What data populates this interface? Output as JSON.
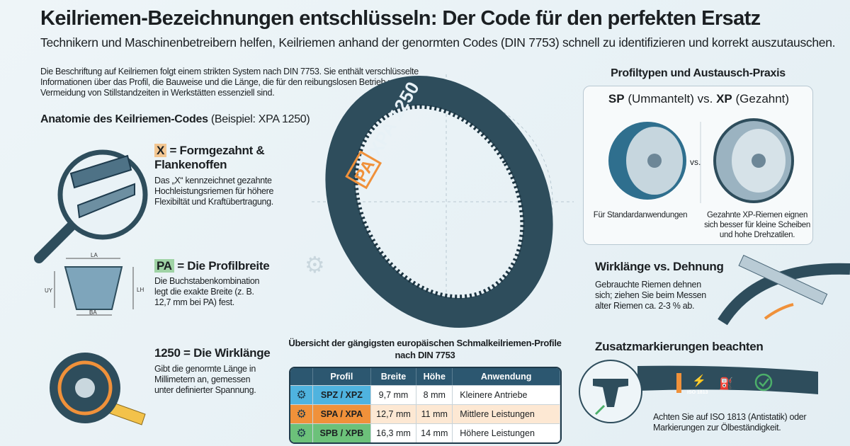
{
  "title": "Keilriemen-Bezeichnungen entschlüsseln: Der Code für den perfekten Ersatz",
  "subtitle": "Technikern und Maschinenbetreibern helfen, Keilriemen anhand der genormten Codes (DIN 7753) schnell zu identifizieren und korrekt auszutauschen.",
  "intro": "Die Beschriftung auf Keilriemen folgt einem strikten System nach DIN 7753. Sie enthält verschlüsselte Informationen über das Profil, die Bauweise und die Länge, die für den reibungslosen Betrieb und die Vermeidung von Stillstandzeiten in Werkstätten essenziell sind.",
  "anatomy": {
    "heading_bold": "Anatomie des Keilriemen-Codes",
    "heading_normal": "(Beispiel: XPA 1250)",
    "x": {
      "code": "X",
      "title": "= Formgezahnt & Flankenoffen",
      "text": "Das „X“ kennzeichnet gezahnte Hochleistungsriemen für höhere Flexibiltät und Kraftübertragung."
    },
    "pa": {
      "code": "PA",
      "title": "= Die Profilbreite",
      "text": "Die Buchstabenkombination legt die exakte Breite (z. B. 12,7 mm bei PA) fest.",
      "labels": {
        "top": "LA",
        "bottom": "BA",
        "left": "UY",
        "right": "LH"
      }
    },
    "len": {
      "title": "1250 = Die Wirklänge",
      "text": "Gibt die genormte Länge in Millimetern an, gemessen unter definierter Spannung."
    }
  },
  "belt": {
    "label": "XPA 1250",
    "badge": "PA"
  },
  "table": {
    "title": "Übersicht der gängigsten europäischen Schmalkeilriemen-Profile nach DIN 7753",
    "headers": [
      "Profil",
      "Breite",
      "Höhe",
      "Anwendung"
    ],
    "rows": [
      {
        "profil": "SPZ / XPZ",
        "breite": "9,7 mm",
        "hoehe": "8 mm",
        "anwendung": "Kleinere Antriebe",
        "color": "#4fb3df",
        "tint": "#ffffff"
      },
      {
        "profil": "SPA / XPA",
        "breite": "12,7 mm",
        "hoehe": "11 mm",
        "anwendung": "Mittlere Leistungen",
        "color": "#f0913a",
        "tint": "#fde8d3"
      },
      {
        "profil": "SPB / XPB",
        "breite": "16,3 mm",
        "hoehe": "14 mm",
        "anwendung": "Höhere Leistungen",
        "color": "#6cc17a",
        "tint": "#ffffff"
      }
    ]
  },
  "profiles": {
    "heading": "Profiltypen und Austausch-Praxis",
    "sp": "SP",
    "sp_note": "(Ummantelt)",
    "vs": "vs.",
    "xp": "XP",
    "xp_note": "(Gezahnt)",
    "vs_small": "vs.",
    "cap_sp": "Für Standardanwendungen",
    "cap_xp": "Gezahnte XP-Riemen eignen sich besser für kleine Scheiben und hohe Drehzatilen."
  },
  "stretch": {
    "heading": "Wirklänge vs. Dehnung",
    "text": "Gebrauchte Riemen dehnen sich; ziehen Sie beim Messen alter Riemen ca. 2-3 % ab."
  },
  "markings": {
    "heading": "Zusatzmarkierungen beachten",
    "iso": "ISO 1813",
    "text": "Achten Sie auf ISO 1813 (Antistatik) oder Markierungen zur Ölbeständigkeit."
  },
  "colors": {
    "belt": "#2e4d5c",
    "orange": "#f0913a",
    "green": "#4caf6a",
    "blue": "#4fb3df"
  }
}
